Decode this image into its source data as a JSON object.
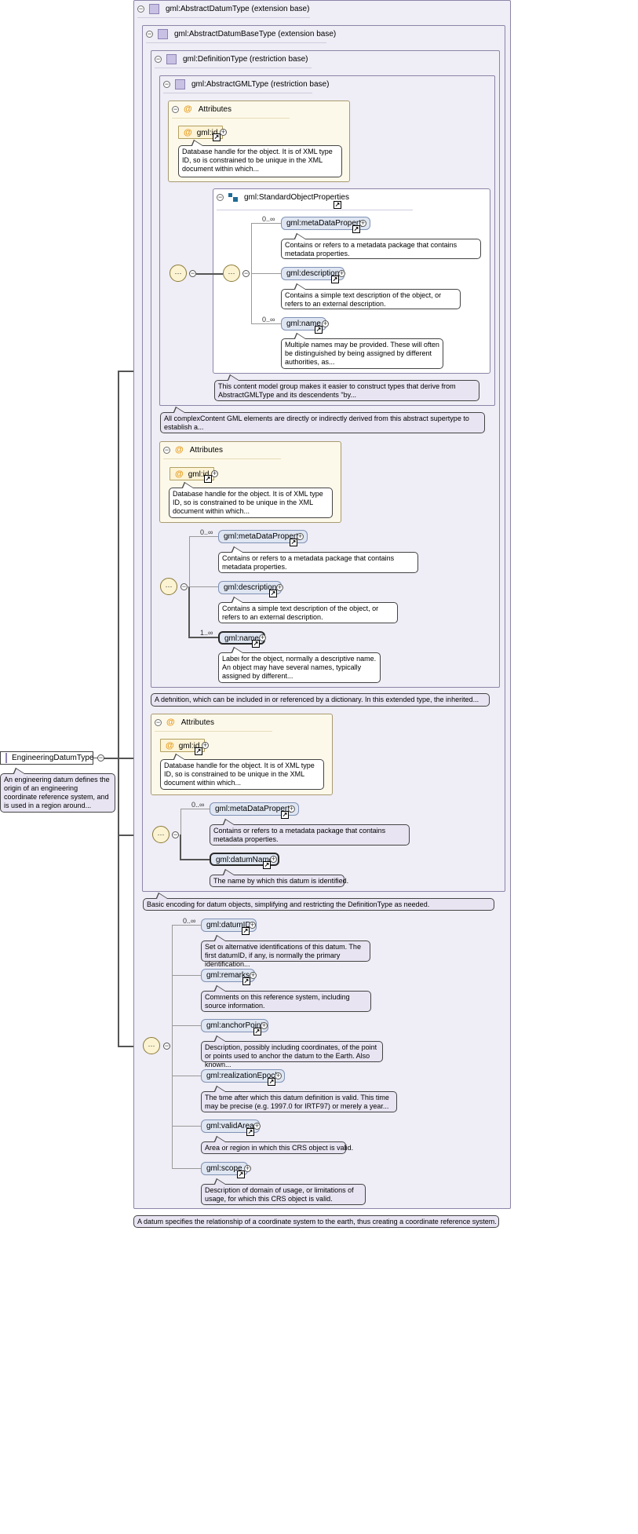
{
  "types": {
    "abstract_datum": "gml:AbstractDatumType (extension base)",
    "abstract_datum_base": "gml:AbstractDatumBaseType (extension base)",
    "definition": "gml:DefinitionType (restriction base)",
    "abstract_gml": "gml:AbstractGMLType (restriction base)"
  },
  "attributes_label": "Attributes",
  "attr_gml_id": "gml:id",
  "attr_gml_id_doc": "Database handle for the object. It is of XML type ID, so is constrained to be unique in the XML document within which...",
  "group": {
    "title": "gml:StandardObjectProperties",
    "doc": "This content model group makes it easier to construct types that derive from AbstractGMLType and its descendents \"by..."
  },
  "occ": {
    "zero_many": "0..∞",
    "one_many": "1..∞"
  },
  "elements": {
    "metaDataProperty": "gml:metaDataProperty",
    "metaDataProperty_doc": "Contains or refers to a metadata package that contains metadata properties.",
    "description": "gml:description",
    "description_doc": "Contains a simple text description of the object, or refers to an external description.",
    "name": "gml:name",
    "name_doc_group": "Multiple names may be provided. These will often be distinguished by being assigned by different authorities, as...",
    "name_doc_def": "Label for the object, normally a descriptive name. An object may have several names, typically assigned by different...",
    "datumName": "gml:datumName",
    "datumName_doc": "The name by which this datum is identified.",
    "datumID": "gml:datumID",
    "datumID_doc": "Set of alternative identifications of this datum. The first datumID, if any, is normally the primary identification...",
    "remarks": "gml:remarks",
    "remarks_doc": "Comments on this reference system, including source information.",
    "anchorPoint": "gml:anchorPoint",
    "anchorPoint_doc": "Description, possibly including coordinates, of the point or points used to anchor the datum to the Earth. Also known...",
    "realizationEpoch": "gml:realizationEpoch",
    "realizationEpoch_doc": "The time after which this datum definition is valid. This time may be precise (e.g. 1997.0 for IRTF97) or merely a year...",
    "validArea": "gml:validArea",
    "validArea_doc": "Area or region in which this CRS object is valid.",
    "scope": "gml:scope",
    "scope_doc": "Description of domain of usage, or limitations of usage, for which this CRS object is valid."
  },
  "docs": {
    "abstract_gml": "All complexContent GML elements are directly or indirectly derived from this abstract supertype to establish a...",
    "definition": "A definition, which can be included in or referenced by a dictionary. In this extended type, the inherited...",
    "abstract_datum_base": "Basic encoding for datum objects, simplifying and restricting the DefinitionType as needed.",
    "abstract_datum": "A datum specifies the relationship of a coordinate system to the earth, thus creating a coordinate reference system. A..."
  },
  "root": {
    "name": "EngineeringDatumType",
    "doc": "An engineering datum defines the origin of an engineering coordinate reference system, and is used in a region around..."
  }
}
